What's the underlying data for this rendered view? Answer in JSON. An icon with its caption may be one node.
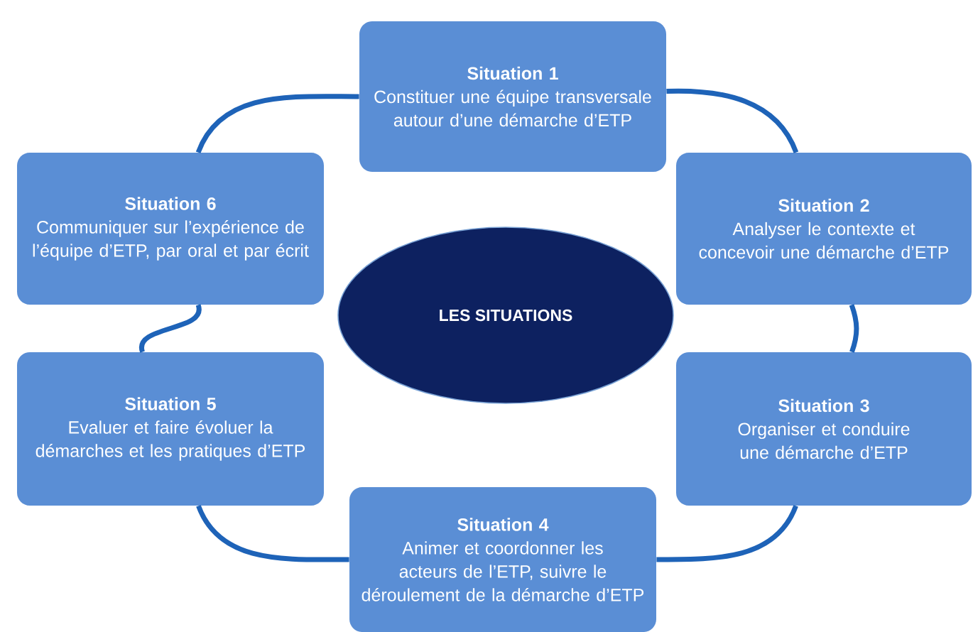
{
  "diagram": {
    "nodes": [
      {
        "text": [
          "Situation 1",
          "Constituer une équipe transversale autour d’une démarche d’ETP"
        ]
      },
      {
        "text": [
          "Situation 2",
          "Analyser le contexte et concevoir une démarche d’ETP"
        ]
      },
      {
        "text": [
          "Situation 3",
          "Organiser et conduire une démarche d’ETP"
        ]
      },
      {
        "text": [
          "Situation 4",
          "Animer et coordonner les acteurs de l’ETP, suivre le déroulement de la démarche d’ETP"
        ]
      },
      {
        "text": [
          "Situation 5",
          "Evaluer et faire évoluer la démarches et les pratiques d’ETP"
        ]
      },
      {
        "text": [
          "Situation 6",
          "Communiquer sur l’expérience de l’équipe d’ETP, par oral et par écrit"
        ]
      },
      {
        "text": [
          "LES SITUATIONS"
        ]
      }
    ],
    "edges": [
      {
        "from": 0,
        "to": 1,
        "arrow": "none"
      },
      {
        "from": 1,
        "to": 2,
        "arrow": "none"
      },
      {
        "from": 2,
        "to": 3,
        "arrow": "none"
      },
      {
        "from": 3,
        "to": 4,
        "arrow": "none"
      },
      {
        "from": 4,
        "to": 5,
        "arrow": "none"
      },
      {
        "from": 5,
        "to": 0,
        "arrow": "none"
      }
    ]
  }
}
